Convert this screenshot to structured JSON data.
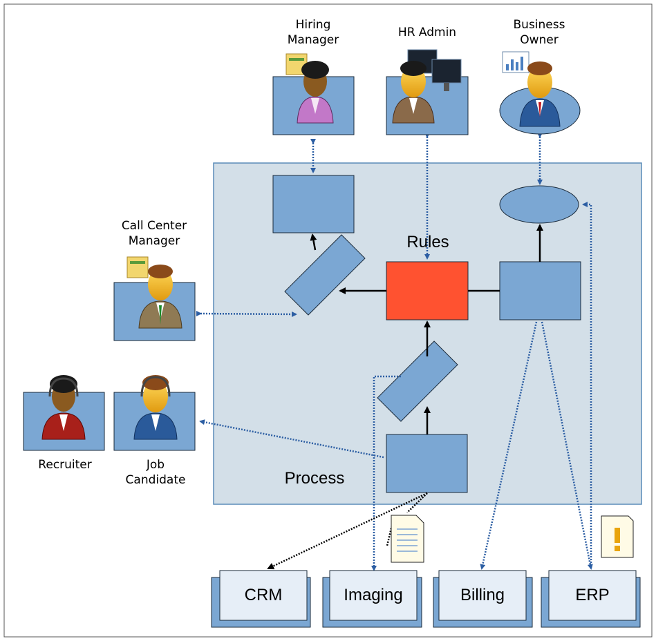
{
  "actors": {
    "hiring_manager": "Hiring\nManager",
    "hr_admin": "HR Admin",
    "business_owner": "Business\nOwner",
    "call_center_manager": "Call Center\nManager",
    "recruiter": "Recruiter",
    "job_candidate": "Job\nCandidate"
  },
  "labels": {
    "rules": "Rules",
    "process": "Process"
  },
  "systems": [
    "CRM",
    "Imaging",
    "Billing",
    "ERP"
  ],
  "colors": {
    "container_fill": "#d3dfe8",
    "node_fill": "#7ba7d3",
    "rules_fill": "#ff5230",
    "system_fill": "#e6eef7",
    "link_blue": "#2c5ea3"
  },
  "icons": [
    "hiring-manager-avatar",
    "hr-admin-avatar",
    "business-owner-avatar",
    "call-center-manager-avatar",
    "recruiter-avatar",
    "job-candidate-avatar",
    "document-icon",
    "warning-note-icon"
  ]
}
